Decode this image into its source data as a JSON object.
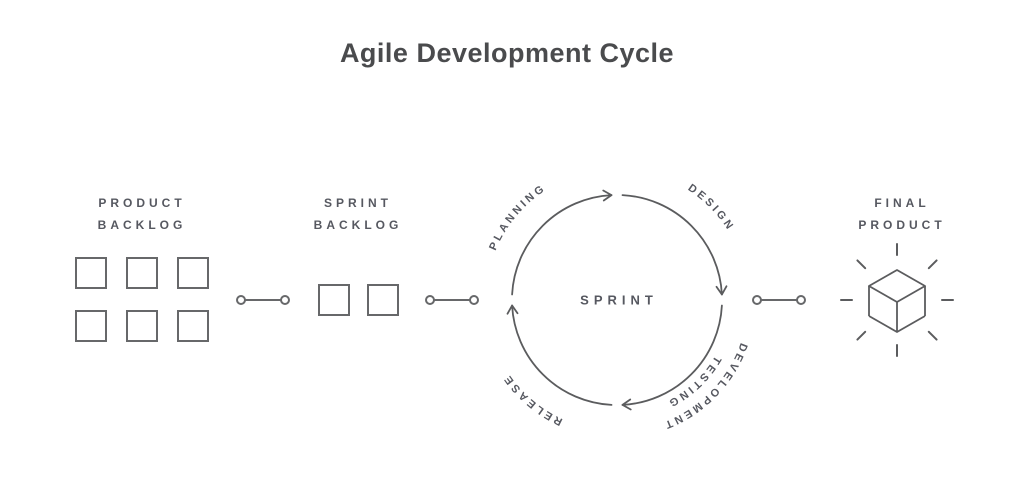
{
  "title": "Agile Development Cycle",
  "colors": {
    "stroke": "#5b5c5e",
    "label": "#565860",
    "title": "#4a4b4d",
    "background": "#ffffff"
  },
  "product_backlog": {
    "label_line1": "PRODUCT",
    "label_line2": "BACKLOG",
    "item_count": 6
  },
  "sprint_backlog": {
    "label_line1": "SPRINT",
    "label_line2": "BACKLOG",
    "item_count": 2
  },
  "sprint_cycle": {
    "center_label": "SPRINT",
    "phases": {
      "planning": "PLANNING",
      "design": "DESIGN",
      "development": "DEVELOPMENT",
      "testing": "TESTING",
      "release": "RELEASE"
    }
  },
  "final_product": {
    "label_line1": "FINAL",
    "label_line2": "PRODUCT"
  }
}
